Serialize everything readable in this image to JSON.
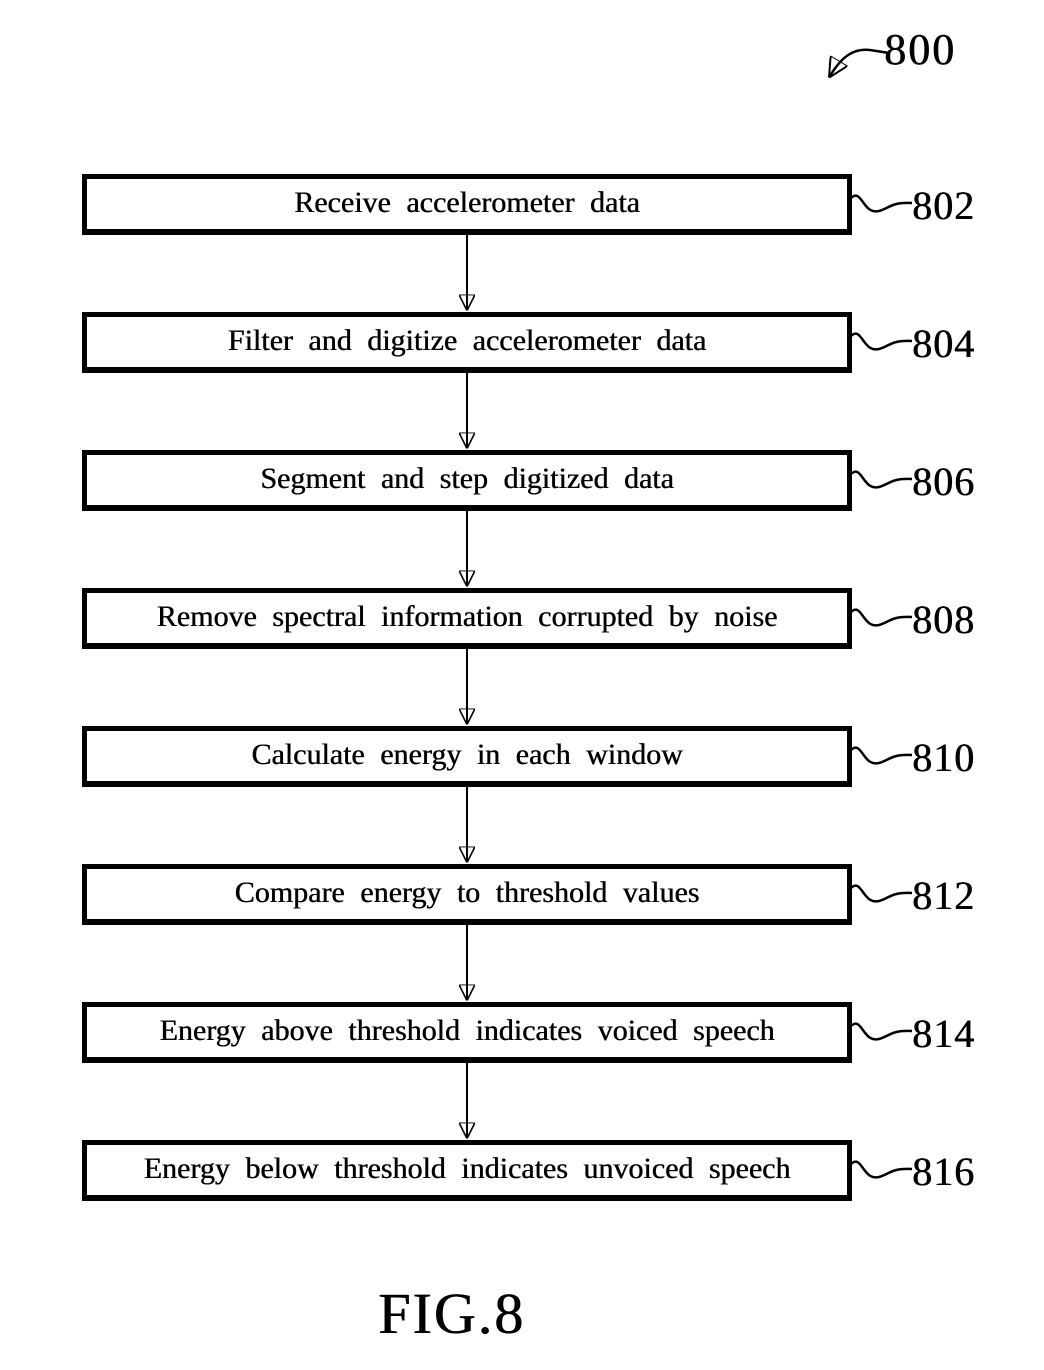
{
  "figure": {
    "ref_label": "800",
    "caption": "FIG.8"
  },
  "flowchart": {
    "type": "vertical-flow",
    "steps": [
      {
        "label": "Receive accelerometer data",
        "ref": "802"
      },
      {
        "label": "Filter and digitize accelerometer data",
        "ref": "804"
      },
      {
        "label": "Segment and step digitized data",
        "ref": "806"
      },
      {
        "label": "Remove spectral information corrupted by noise",
        "ref": "808"
      },
      {
        "label": "Calculate energy in each window",
        "ref": "810"
      },
      {
        "label": "Compare energy to threshold values",
        "ref": "812"
      },
      {
        "label": "Energy above threshold indicates voiced speech",
        "ref": "814"
      },
      {
        "label": "Energy below threshold indicates unvoiced speech",
        "ref": "816"
      }
    ],
    "colors": {
      "ink": "#000000",
      "paper": "#ffffff"
    }
  }
}
